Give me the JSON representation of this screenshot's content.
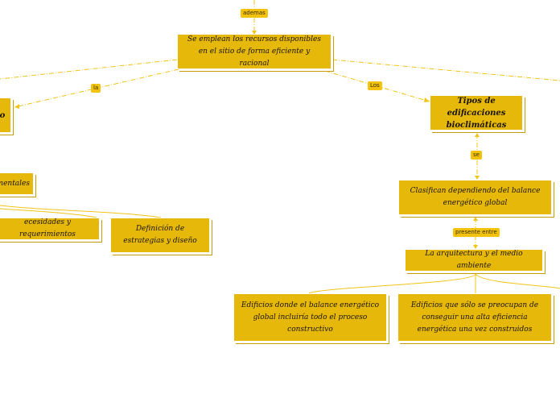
{
  "colors": {
    "node_fill": "#e6b80a",
    "line": "#f0c419",
    "tag_fill": "#f2c20c"
  },
  "nodes": {
    "recursos": "Se emplean los recursos disponibles en el sitio de forma eficiente y racional",
    "left_partial": "o",
    "mentales": "mentales",
    "necesidades": "ecesidades y requerimientos",
    "estrategias": "Definición de estrategias y diseño",
    "tipos": "Tipos de edificaciones bioclimáticas",
    "clasifican": "Clasifican dependiendo del balance energético global",
    "arquitectura": "La arquitectura y el medio ambiente",
    "edificios_balance": "Edificios donde el balance energético global incluiría todo el proceso constructivo",
    "edificios_eficiencia": "Edificios que sólo se preocupan de conseguir una alta eficiencia energética una vez construidos"
  },
  "labels": {
    "ademas": "ademas",
    "la": "la",
    "los": "Los",
    "se": "se",
    "presente_entre": "presente entre"
  }
}
